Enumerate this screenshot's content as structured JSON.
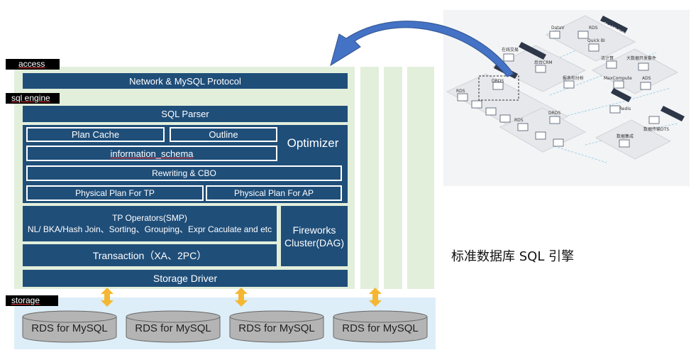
{
  "layers": {
    "access": "access",
    "sql_engine": "sql engine",
    "storage": "storage"
  },
  "blocks": {
    "network_protocol": "Network & MySQL Protocol",
    "sql_parser": "SQL Parser",
    "plan_cache": "Plan Cache",
    "outline": "Outline",
    "optimizer": "Optimizer",
    "information_schema": "information_schema",
    "rewriting_cbo": "Rewriting & CBO",
    "physical_plan_tp": "Physical Plan For TP",
    "physical_plan_ap": "Physical Plan For AP",
    "tp_operators_title": "TP Operators(SMP)",
    "tp_operators_detail": "NL/ BKA/Hash Join、Sorting、Grouping、Expr Caculate and etc",
    "fireworks_line1": "Fireworks",
    "fireworks_line2": "Cluster(DAG)",
    "transaction": "Transaction（XA、2PC）",
    "storage_driver": "Storage Driver"
  },
  "storage_nodes": [
    "RDS for MySQL",
    "RDS for MySQL",
    "RDS for MySQL",
    "RDS for MySQL"
  ],
  "caption": "标准数据库 SQL 引擎",
  "map": {
    "labels": {
      "datav": "DataV",
      "rds_top": "RDS",
      "quickbi": "Quick BI",
      "olap": "OLAP数据库",
      "business": "在线交易",
      "crm": "后台CRM",
      "report": "报表和分析",
      "stream": "流计算",
      "bigdata": "大数据开发套件",
      "maxcompute": "MaxCompute",
      "ads": "ADS",
      "drds_top": "DRDS",
      "rds_left": "RDS",
      "rds_mid": "RDS",
      "drds_mid": "DRDS",
      "redis": "Redis",
      "dts": "数据传输DTS",
      "integration": "数据集成"
    }
  },
  "colors": {
    "navy": "#1f4e79",
    "engine_bg": "#e2efdb",
    "storage_bg": "#ddeef8",
    "arrow": "#f5b731",
    "curve_arrow": "#4472c4",
    "cylinder": "#b4b4b4"
  }
}
